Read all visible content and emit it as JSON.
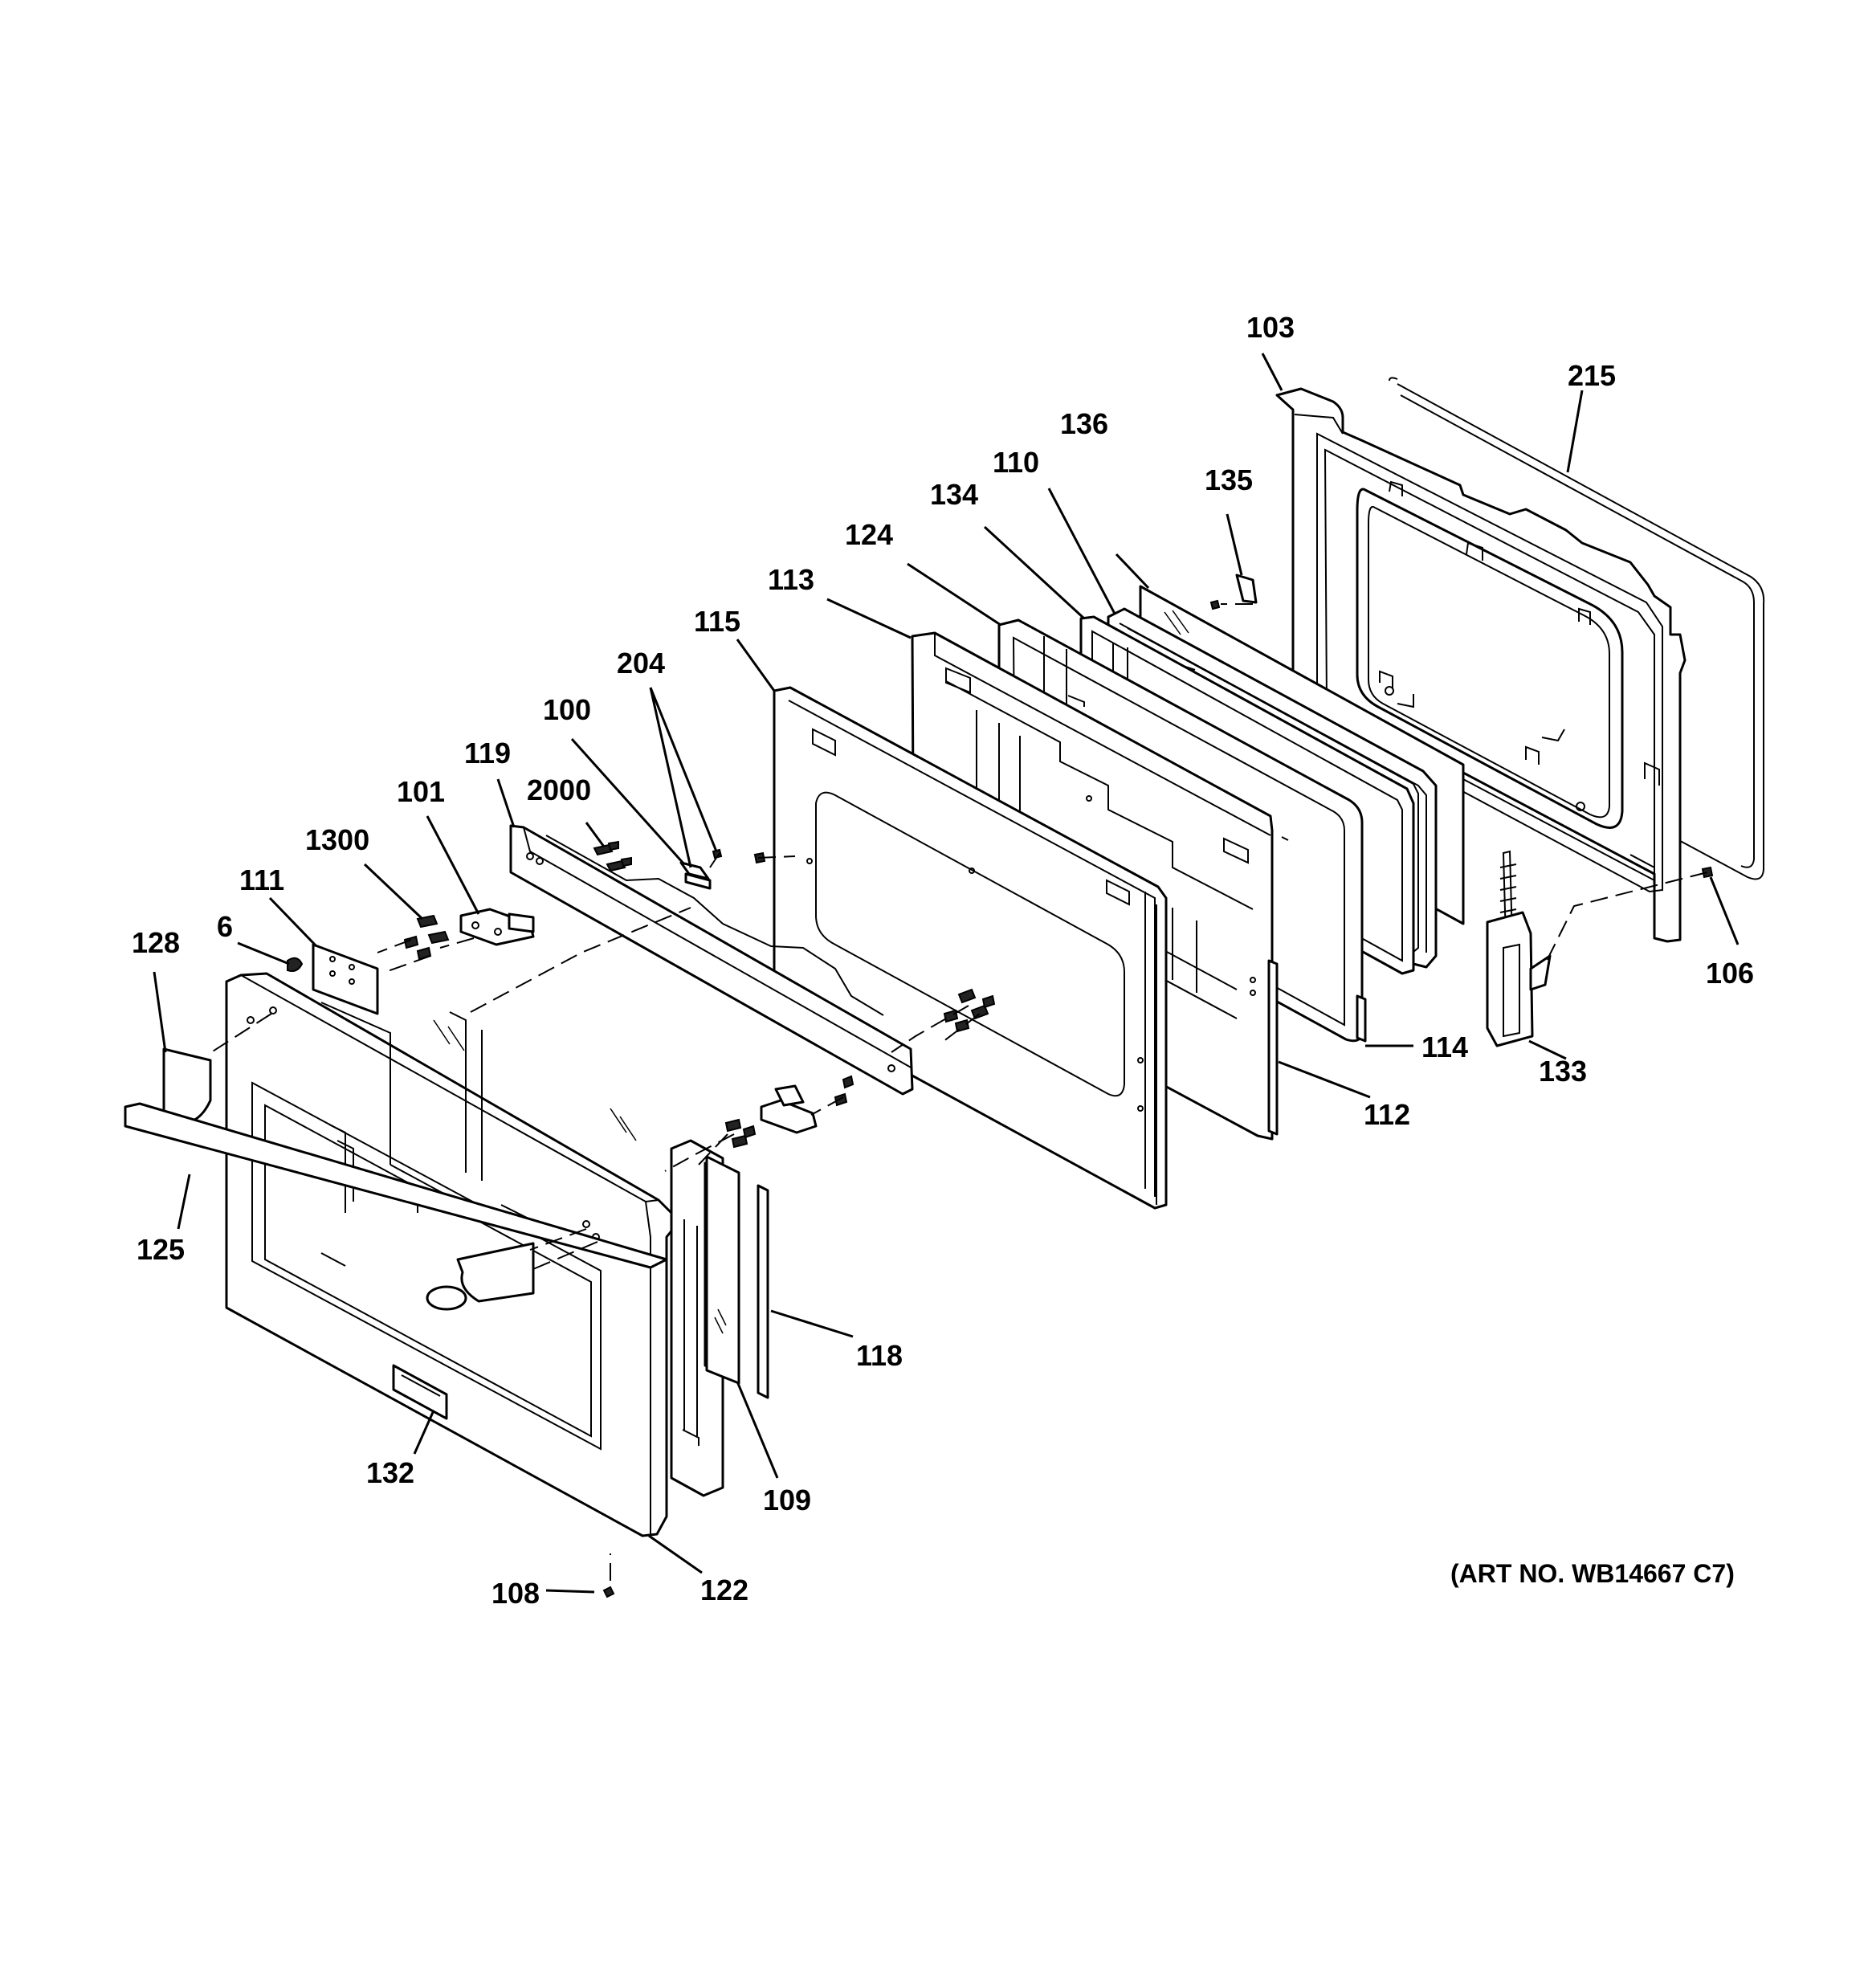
{
  "diagram": {
    "title": "",
    "art_number": "(ART NO. WB14667 C7)",
    "callouts": {
      "p103": "103",
      "p215": "215",
      "p136": "136",
      "p135": "135",
      "p110": "110",
      "p134": "134",
      "p124": "124",
      "p113": "113",
      "p115": "115",
      "p204": "204",
      "p100": "100",
      "p119": "119",
      "p2000": "2000",
      "p101": "101",
      "p1300": "1300",
      "p111": "111",
      "p6": "6",
      "p128": "128",
      "p106": "106",
      "p114": "114",
      "p133": "133",
      "p112": "112",
      "p125": "125",
      "p118": "118",
      "p132": "132",
      "p109": "109",
      "p108": "108",
      "p122": "122"
    }
  }
}
